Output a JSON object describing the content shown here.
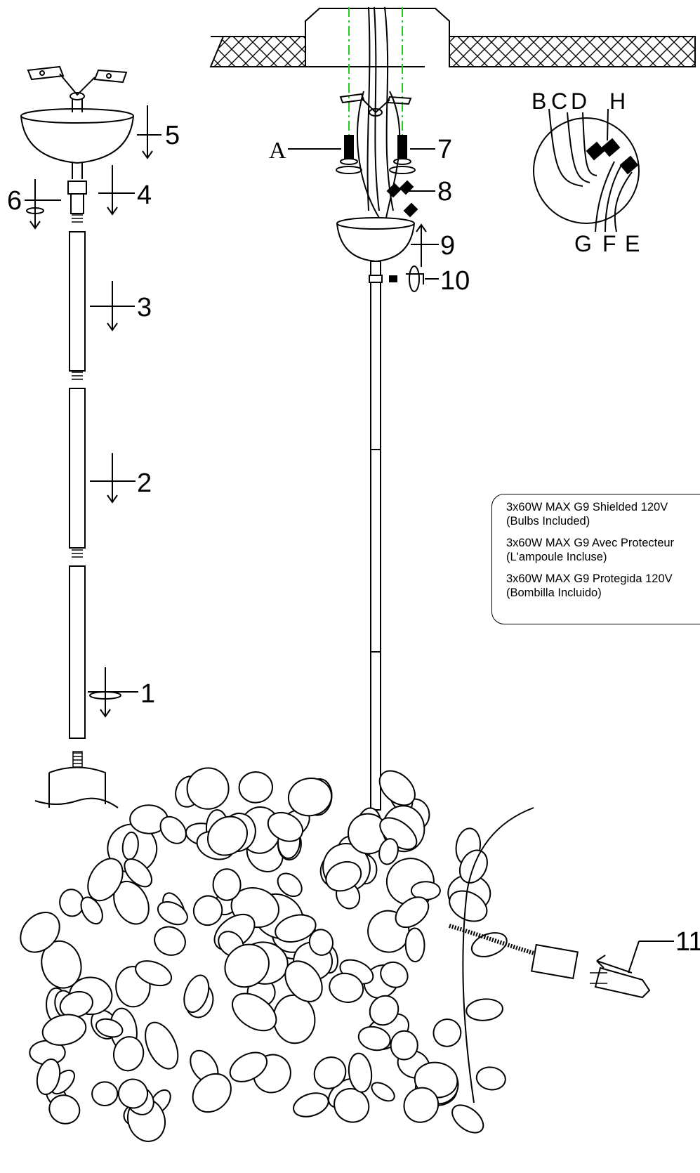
{
  "steps": {
    "s1": "1",
    "s2": "2",
    "s3": "3",
    "s4": "4",
    "s5": "5",
    "s6": "6",
    "s7": "7",
    "s8": "8",
    "s9": "9",
    "s10": "10",
    "s11": "11"
  },
  "part_label_a": "A",
  "wire_labels": {
    "b": "B",
    "c": "C",
    "d": "D",
    "h": "H",
    "g": "G",
    "f": "F",
    "e": "E"
  },
  "spec": {
    "en": {
      "line1": "3x60W MAX G9 Shielded 120V",
      "line2": "(Bulbs Included)"
    },
    "fr": {
      "line1": "3x60W MAX G9 Avec Protecteur",
      "line2": "(L'ampoule Incluse)"
    },
    "es": {
      "line1": "3x60W MAX G9 Protegida 120V",
      "line2": "(Bombilla Incluido)"
    }
  },
  "colors": {
    "line": "#000000",
    "guide": "#22cc22",
    "background": "#ffffff"
  }
}
